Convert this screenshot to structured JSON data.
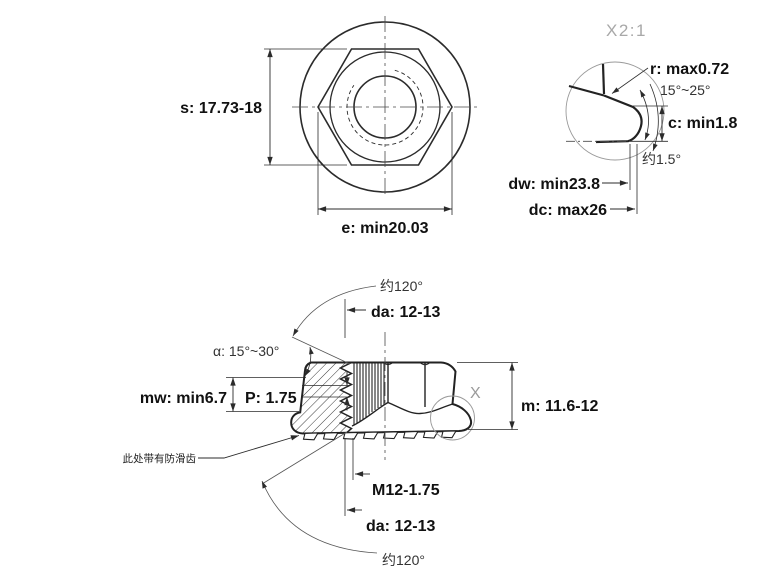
{
  "colors": {
    "line": "#2b2b2b",
    "thin_line": "#4a4a4a",
    "gray": "#a8a8a8",
    "label": "#111111"
  },
  "top_view": {
    "s_label": "s: 17.73-18",
    "e_label": "e: min20.03"
  },
  "detail_view": {
    "title": "X2:1",
    "r_label": "r: max0.72",
    "chamfer_angle_label": "15°~25°",
    "c_label": "c: min1.8",
    "seat_angle_label": "约1.5°",
    "dw_label": "dw: min23.8",
    "dc_label": "dc: max26"
  },
  "section_view": {
    "serration_angle_top_label": "约120°",
    "da_top_label": "da: 12-13",
    "alpha_label": "α: 15°~30°",
    "mw_label": "mw: min6.7",
    "pitch_label": "P: 1.75",
    "detail_marker": "X",
    "m_label": "m: 11.6-12",
    "thread_label": "M12-1.75",
    "da_bottom_label": "da: 12-13",
    "serration_angle_bottom_label": "约120°",
    "note_label": "此处带有防滑齿"
  }
}
